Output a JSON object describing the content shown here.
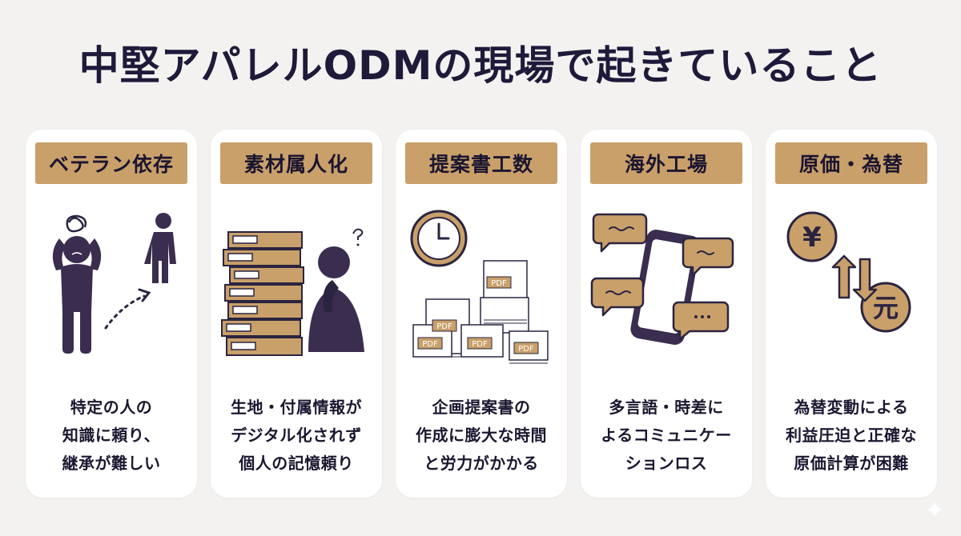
{
  "title": "中堅アパレルODMの現場で起きていること",
  "colors": {
    "accent": "#c9a06a",
    "ink": "#3a2d4f",
    "background": "#f3f2f0"
  },
  "cards": [
    {
      "label": "ベテラン依存",
      "icon": "stressed-veteran-and-newcomer-icon",
      "lines": [
        "特定の人の",
        "知識に頼り、",
        "継承が難しい"
      ]
    },
    {
      "label": "素材属人化",
      "icon": "binders-and-worried-person-icon",
      "lines": [
        "生地・付属情報が",
        "デジタル化されず",
        "個人の記憶頼り"
      ]
    },
    {
      "label": "提案書工数",
      "icon": "clock-and-pdf-stack-icon",
      "pdf_label": "PDF",
      "lines": [
        "企画提案書の",
        "作成に膨大な時間",
        "と労力がかかる"
      ]
    },
    {
      "label": "海外工場",
      "icon": "smartphone-chat-bubbles-icon",
      "lines": [
        "多言語・時差に",
        "よるコミュニケー",
        "ションロス"
      ]
    },
    {
      "label": "原価・為替",
      "icon": "yen-yuan-exchange-icon",
      "currency_a": "¥",
      "currency_b": "元",
      "lines": [
        "為替変動による",
        "利益圧迫と正確な",
        "原価計算が困難"
      ]
    }
  ]
}
